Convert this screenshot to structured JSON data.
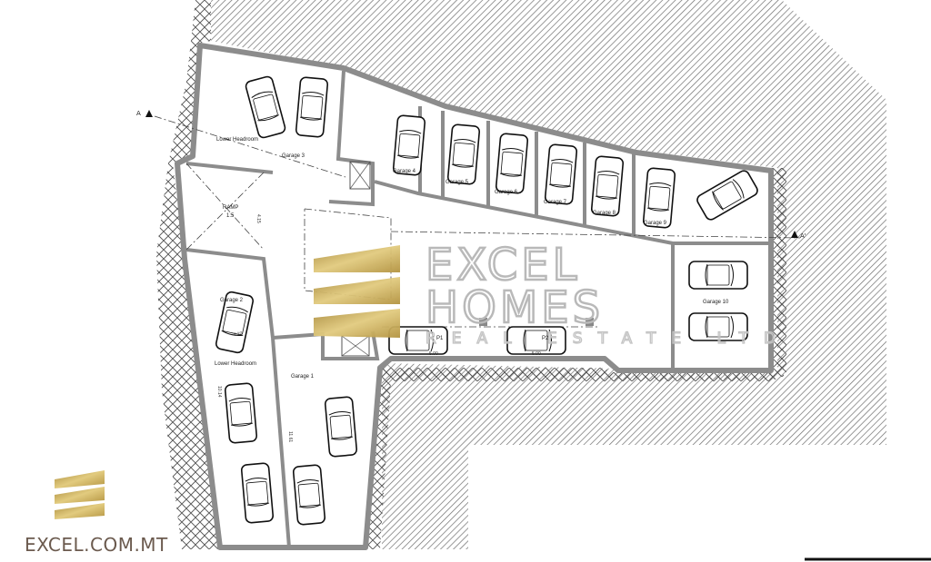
{
  "plan": {
    "garages": [
      {
        "id": "g1",
        "label": "Garage 1"
      },
      {
        "id": "g2",
        "label": "Garage 2"
      },
      {
        "id": "g3",
        "label": "Garage 3"
      },
      {
        "id": "g4",
        "label": "Garage 4"
      },
      {
        "id": "g5",
        "label": "Garage 5"
      },
      {
        "id": "g6",
        "label": "Garage 6"
      },
      {
        "id": "g7",
        "label": "Garage 7"
      },
      {
        "id": "g8",
        "label": "Garage 8"
      },
      {
        "id": "g9",
        "label": "Garage 9"
      },
      {
        "id": "g10",
        "label": "Garage 10"
      }
    ],
    "parking": {
      "p1": "P1",
      "p2": "P2"
    },
    "ramp": {
      "label": "RAMP",
      "slope": "1:5"
    },
    "section_marks": {
      "left": "A",
      "right": "A'"
    },
    "lower_headroom": "Lower Headroom",
    "dimensions": {
      "ramp_width": "4.15",
      "garage2_width": "4.10",
      "garage1_length": "11.61",
      "garage2_length": "10.14",
      "p_width": "5.00"
    }
  },
  "watermark": {
    "line1": "EXCEL",
    "line2": "HOMES",
    "line3": "REAL ESTATE LTD"
  },
  "footer": {
    "website": "EXCEL.COM.MT"
  },
  "colors": {
    "gold": "#c8a94f",
    "wall": "#8c8c8c",
    "hatch": "#6e6e6e",
    "brand_text": "#6b5a4e"
  }
}
